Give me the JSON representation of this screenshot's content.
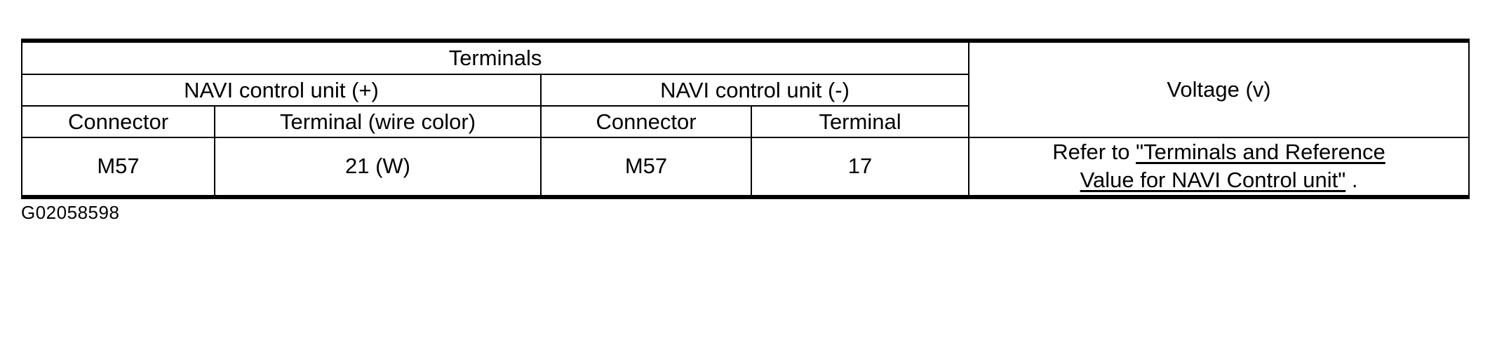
{
  "table": {
    "header": {
      "terminals": "Terminals",
      "voltage": "Voltage (v)",
      "navi_plus": "NAVI control unit (+)",
      "navi_minus": "NAVI control unit (-)",
      "col_connector_plus": "Connector",
      "col_terminal_plus": "Terminal (wire color)",
      "col_connector_minus": "Connector",
      "col_terminal_minus": "Terminal"
    },
    "row": {
      "connector_plus": "M57",
      "terminal_plus": "21 (W)",
      "connector_minus": "M57",
      "terminal_minus": "17",
      "voltage_prefix": "Refer to ",
      "voltage_link": "\"Terminals and Reference Value for NAVI Control unit\"",
      "voltage_suffix": " ."
    }
  },
  "figure_id": "G02058598",
  "colors": {
    "border": "#000000",
    "text": "#000000",
    "background": "#ffffff"
  }
}
